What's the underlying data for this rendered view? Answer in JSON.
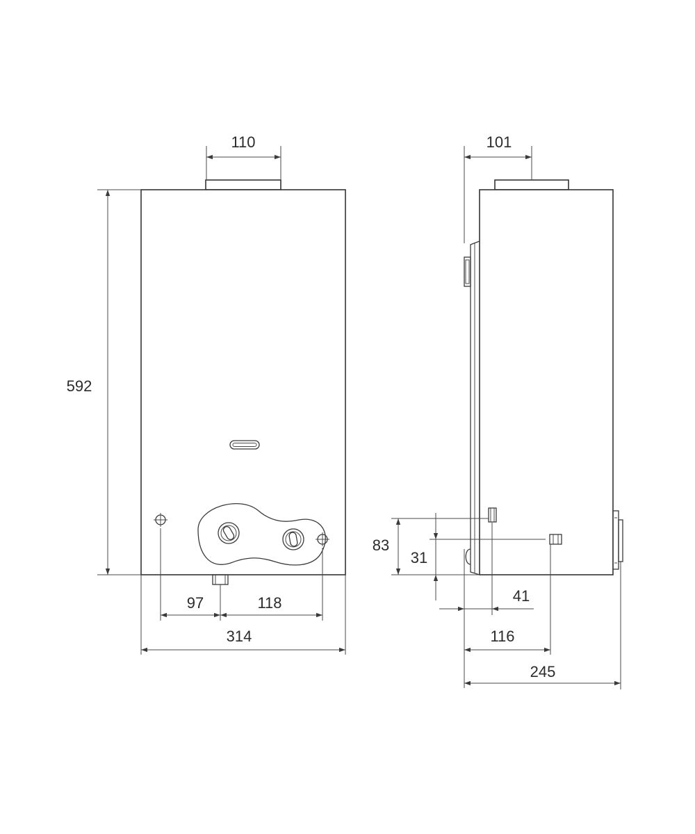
{
  "dimensions": {
    "front_height": "592",
    "front_flue_width": "110",
    "front_left_offset": "97",
    "front_right_offset": "118",
    "front_total_width": "314",
    "side_flue_offset": "101",
    "side_height_83": "83",
    "side_height_31": "31",
    "side_depth_41": "41",
    "side_depth_116": "116",
    "side_total_depth": "245"
  },
  "colors": {
    "line": "#3a3a3a",
    "background": "#ffffff"
  }
}
